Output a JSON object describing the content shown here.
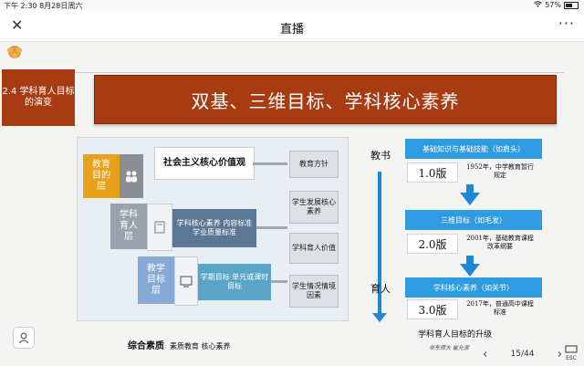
{
  "status_bar": {
    "time": "下午 2:30",
    "date": "8月28日周六",
    "battery": "57%",
    "battery_level": 0.57
  },
  "nav": {
    "title": "直播"
  },
  "slide": {
    "section_label": "2.4 学科育人目标的演变",
    "title": "双基、三维目标、学科核心素养",
    "left_diagram": {
      "top_box": "社会主义核心价值观",
      "cubes": [
        {
          "label": "教育目的层",
          "color": "#e8a11a"
        },
        {
          "label": "学科育人层",
          "color": "#9aa3ad"
        },
        {
          "label": "教学目标层",
          "color": "#87a9d6"
        }
      ],
      "middle_box": "学科核心素养 内容标准 学业质量标准",
      "bottom_box": "学期目标 单元或课时目标",
      "right_boxes": [
        "教育方针",
        "学生发展核心素养",
        "学科育人价值",
        "学生情况情境因素"
      ],
      "caption_main": "综合素质",
      "caption_sub": "素质教育 核心素养"
    },
    "right_diagram": {
      "top_label": "教书",
      "bottom_label": "育人",
      "stages": [
        {
          "name": "基础知识与基础技能（如肩头）",
          "version": "1.0版",
          "note": "1952年，中学教育暂行规定"
        },
        {
          "name": "三维目标（如毛发）",
          "version": "2.0版",
          "note": "2001年，基础教育课程改革纲要"
        },
        {
          "name": "学科核心素养（如关节）",
          "version": "3.0版",
          "note": "2017年，普通高中课程标准"
        }
      ],
      "title": "学科育人目标的升级",
      "attribution": "华东师大 崔允漷"
    }
  },
  "player": {
    "page_indicator": "15/44",
    "esc_label": "ESC"
  }
}
